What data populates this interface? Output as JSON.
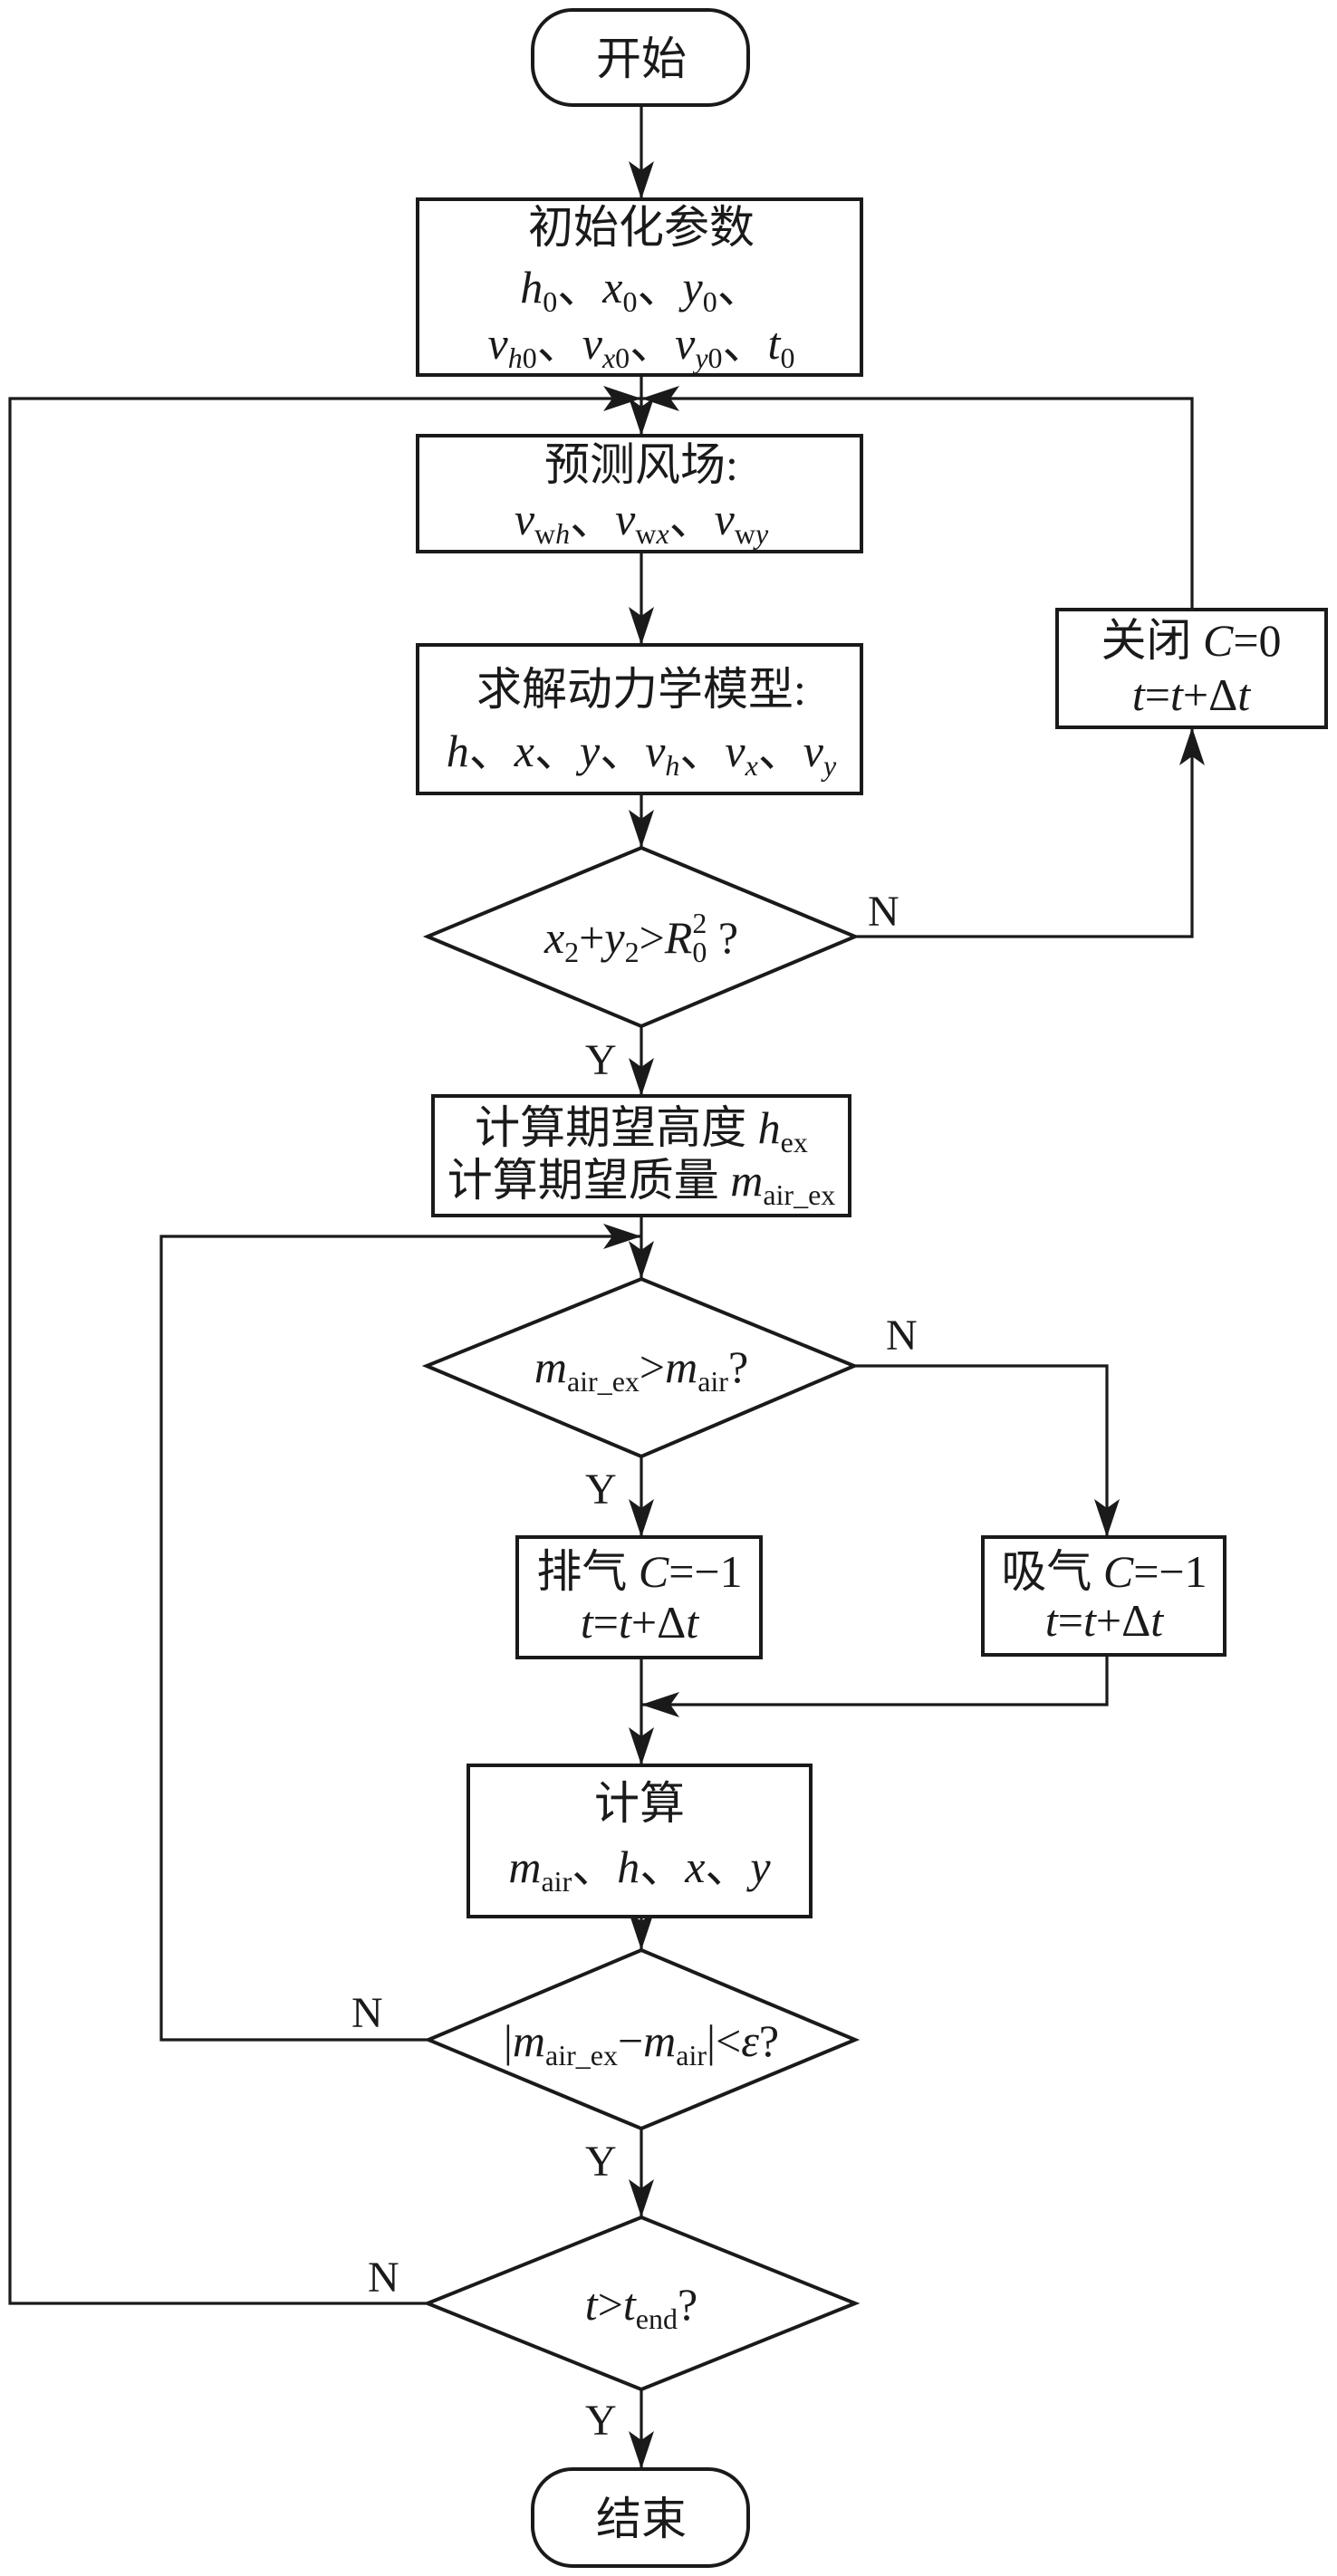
{
  "diagram": {
    "type": "flowchart",
    "colors": {
      "stroke": "#1a1a1a",
      "background": "#ffffff"
    },
    "nodes": {
      "start": {
        "shape": "terminal",
        "lines": [
          [
            {
              "t": "开始"
            }
          ]
        ]
      },
      "init": {
        "shape": "process",
        "lines": [
          [
            {
              "t": "初始化参数"
            }
          ],
          [
            {
              "t": "h",
              "i": 1
            },
            {
              "t": "0",
              "sub": 1
            },
            {
              "t": "、"
            },
            {
              "t": "x",
              "i": 1
            },
            {
              "t": "0",
              "sub": 1
            },
            {
              "t": "、"
            },
            {
              "t": "y",
              "i": 1
            },
            {
              "t": "0",
              "sub": 1
            },
            {
              "t": "、"
            }
          ],
          [
            {
              "t": "v",
              "i": 1
            },
            {
              "t": "h",
              "sub": 1,
              "i": 1
            },
            {
              "t": "0",
              "sub": 1
            },
            {
              "t": "、"
            },
            {
              "t": "v",
              "i": 1
            },
            {
              "t": "x",
              "sub": 1,
              "i": 1
            },
            {
              "t": "0",
              "sub": 1
            },
            {
              "t": "、"
            },
            {
              "t": "v",
              "i": 1
            },
            {
              "t": "y",
              "sub": 1,
              "i": 1
            },
            {
              "t": "0",
              "sub": 1
            },
            {
              "t": "、"
            },
            {
              "t": "t",
              "i": 1
            },
            {
              "t": "0",
              "sub": 1
            }
          ]
        ]
      },
      "wind": {
        "shape": "process",
        "lines": [
          [
            {
              "t": "预测风场:"
            }
          ],
          [
            {
              "t": "v",
              "i": 1
            },
            {
              "t": "w",
              "sub": 1
            },
            {
              "t": "h",
              "sub": 1,
              "i": 1
            },
            {
              "t": "、"
            },
            {
              "t": "v",
              "i": 1
            },
            {
              "t": "w",
              "sub": 1
            },
            {
              "t": "x",
              "sub": 1,
              "i": 1
            },
            {
              "t": "、"
            },
            {
              "t": "v",
              "i": 1
            },
            {
              "t": "w",
              "sub": 1
            },
            {
              "t": "y",
              "sub": 1,
              "i": 1
            }
          ]
        ]
      },
      "dynamics": {
        "shape": "process",
        "lines": [
          [
            {
              "t": "求解动力学模型:"
            }
          ],
          [
            {
              "t": "h",
              "i": 1
            },
            {
              "t": "、"
            },
            {
              "t": "x",
              "i": 1
            },
            {
              "t": "、"
            },
            {
              "t": "y",
              "i": 1
            },
            {
              "t": "、"
            },
            {
              "t": "v",
              "i": 1
            },
            {
              "t": "h",
              "sub": 1,
              "i": 1
            },
            {
              "t": "、"
            },
            {
              "t": "v",
              "i": 1
            },
            {
              "t": "x",
              "sub": 1,
              "i": 1
            },
            {
              "t": "、"
            },
            {
              "t": "v",
              "i": 1
            },
            {
              "t": "y",
              "sub": 1,
              "i": 1
            }
          ]
        ]
      },
      "check_radius": {
        "shape": "decision",
        "lines": [
          [
            {
              "t": "x",
              "i": 1
            },
            {
              "t": "2",
              "sub": 1
            },
            {
              "t": "+"
            },
            {
              "t": "y",
              "i": 1
            },
            {
              "t": "2",
              "sub": 1
            },
            {
              "t": ">"
            },
            {
              "t": "R",
              "i": 1
            },
            {
              "t": "2",
              "sup": 1
            },
            {
              "t": "0",
              "sub": 1
            },
            {
              "t": " ?"
            }
          ]
        ]
      },
      "close_valve": {
        "shape": "process",
        "lines": [
          [
            {
              "t": "关闭 "
            },
            {
              "t": "C",
              "i": 1
            },
            {
              "t": "=0"
            }
          ],
          [
            {
              "t": "t",
              "i": 1
            },
            {
              "t": "="
            },
            {
              "t": "t",
              "i": 1
            },
            {
              "t": "+Δ"
            },
            {
              "t": "t",
              "i": 1
            }
          ]
        ]
      },
      "expected": {
        "shape": "process",
        "lines": [
          [
            {
              "t": "计算期望高度 "
            },
            {
              "t": "h",
              "i": 1
            },
            {
              "t": "ex",
              "sub": 1
            }
          ],
          [
            {
              "t": "计算期望质量 "
            },
            {
              "t": "m",
              "i": 1
            },
            {
              "t": "air_ex",
              "sub": 1
            }
          ]
        ]
      },
      "compare_mass": {
        "shape": "decision",
        "lines": [
          [
            {
              "t": "m",
              "i": 1
            },
            {
              "t": "air_ex",
              "sub": 1
            },
            {
              "t": ">"
            },
            {
              "t": "m",
              "i": 1
            },
            {
              "t": "air",
              "sub": 1
            },
            {
              "t": "?"
            }
          ]
        ]
      },
      "exhaust": {
        "shape": "process",
        "lines": [
          [
            {
              "t": "排气 "
            },
            {
              "t": "C",
              "i": 1
            },
            {
              "t": "=−1"
            }
          ],
          [
            {
              "t": "t",
              "i": 1
            },
            {
              "t": "="
            },
            {
              "t": "t",
              "i": 1
            },
            {
              "t": "+Δ"
            },
            {
              "t": "t",
              "i": 1
            }
          ]
        ]
      },
      "intake": {
        "shape": "process",
        "lines": [
          [
            {
              "t": "吸气 "
            },
            {
              "t": "C",
              "i": 1
            },
            {
              "t": "=−1"
            }
          ],
          [
            {
              "t": "t",
              "i": 1
            },
            {
              "t": "="
            },
            {
              "t": "t",
              "i": 1
            },
            {
              "t": "+Δ"
            },
            {
              "t": "t",
              "i": 1
            }
          ]
        ]
      },
      "compute": {
        "shape": "process",
        "lines": [
          [
            {
              "t": "计算"
            }
          ],
          [
            {
              "t": "m",
              "i": 1
            },
            {
              "t": "air",
              "sub": 1
            },
            {
              "t": "、"
            },
            {
              "t": "h",
              "i": 1
            },
            {
              "t": "、"
            },
            {
              "t": "x",
              "i": 1
            },
            {
              "t": "、"
            },
            {
              "t": "y",
              "i": 1
            }
          ]
        ]
      },
      "check_error": {
        "shape": "decision",
        "lines": [
          [
            {
              "t": "|"
            },
            {
              "t": "m",
              "i": 1
            },
            {
              "t": "air_ex",
              "sub": 1
            },
            {
              "t": "−"
            },
            {
              "t": "m",
              "i": 1
            },
            {
              "t": "air",
              "sub": 1
            },
            {
              "t": "|<"
            },
            {
              "t": "ε",
              "i": 1
            },
            {
              "t": "?"
            }
          ]
        ]
      },
      "check_time": {
        "shape": "decision",
        "lines": [
          [
            {
              "t": "t",
              "i": 1
            },
            {
              "t": ">"
            },
            {
              "t": "t",
              "i": 1
            },
            {
              "t": "end",
              "sub": 1
            },
            {
              "t": "?"
            }
          ]
        ]
      },
      "end": {
        "shape": "terminal",
        "lines": [
          [
            {
              "t": "结束"
            }
          ]
        ]
      }
    },
    "edge_labels": {
      "radius_no": "N",
      "radius_yes": "Y",
      "mass_no": "N",
      "mass_yes": "Y",
      "error_no": "N",
      "error_yes": "Y",
      "time_no": "N",
      "time_yes": "Y"
    },
    "edges": [
      {
        "from": "start",
        "to": "init"
      },
      {
        "from": "init",
        "to": "wind"
      },
      {
        "from": "wind",
        "to": "dynamics"
      },
      {
        "from": "dynamics",
        "to": "check_radius"
      },
      {
        "from": "check_radius",
        "to": "close_valve",
        "label": "N"
      },
      {
        "from": "close_valve",
        "to": "wind"
      },
      {
        "from": "check_radius",
        "to": "expected",
        "label": "Y"
      },
      {
        "from": "expected",
        "to": "compare_mass"
      },
      {
        "from": "compare_mass",
        "to": "exhaust",
        "label": "Y"
      },
      {
        "from": "compare_mass",
        "to": "intake",
        "label": "N"
      },
      {
        "from": "exhaust",
        "to": "compute"
      },
      {
        "from": "intake",
        "to": "compute"
      },
      {
        "from": "compute",
        "to": "check_error"
      },
      {
        "from": "check_error",
        "to": "compare_mass",
        "label": "N"
      },
      {
        "from": "check_error",
        "to": "check_time",
        "label": "Y"
      },
      {
        "from": "check_time",
        "to": "wind",
        "label": "N"
      },
      {
        "from": "check_time",
        "to": "end",
        "label": "Y"
      }
    ]
  }
}
